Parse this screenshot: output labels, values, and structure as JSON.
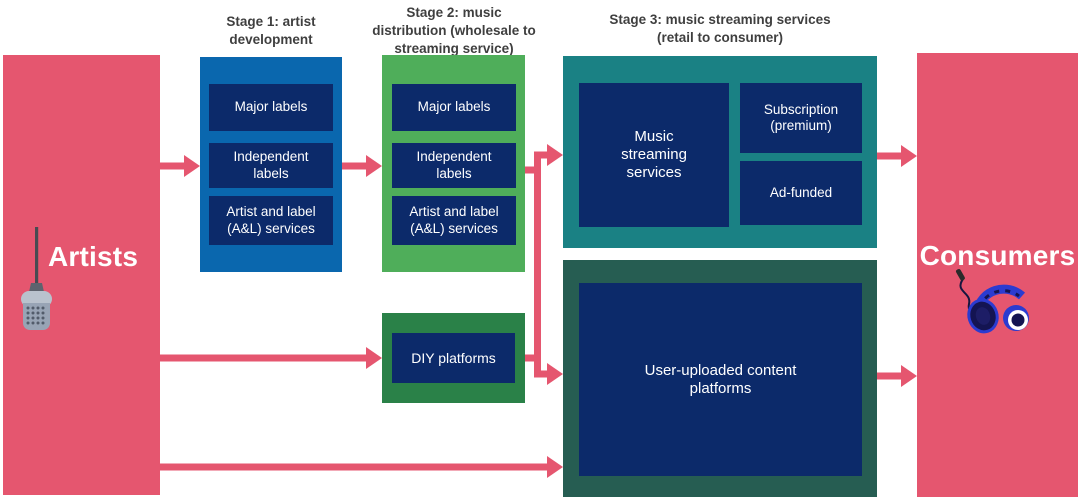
{
  "diagram": {
    "stage_headers": {
      "stage1": "Stage 1: artist development",
      "stage2": "Stage 2: music distribution (wholesale to streaming service)",
      "stage3": "Stage 3: music streaming services (retail to consumer)"
    },
    "artists": {
      "label": "Artists",
      "icon": "microphone-icon"
    },
    "consumers": {
      "label": "Consumers",
      "icon": "headphones-icon"
    },
    "stage1": {
      "items": [
        "Major labels",
        "Independent labels",
        "Artist and label (A&L) services"
      ]
    },
    "stage2": {
      "items": [
        "Major labels",
        "Independent labels",
        "Artist and label (A&L) services"
      ]
    },
    "diy": {
      "label": "DIY platforms"
    },
    "stage3": {
      "main": "Music streaming services",
      "models": [
        "Subscription (premium)",
        "Ad-funded"
      ]
    },
    "ugc": {
      "label": "User-uploaded content platforms"
    },
    "colors": {
      "pink": "#e5566f",
      "stage1_blue": "#0a67ae",
      "stage2_green": "#4fae5a",
      "diy_green": "#2a8148",
      "stage3_teal": "#1a8184",
      "ugc_dark_green": "#265d52",
      "box_navy": "#0c2a6a",
      "header_text": "#3f3f3f",
      "label_text": "#ffffff"
    }
  }
}
